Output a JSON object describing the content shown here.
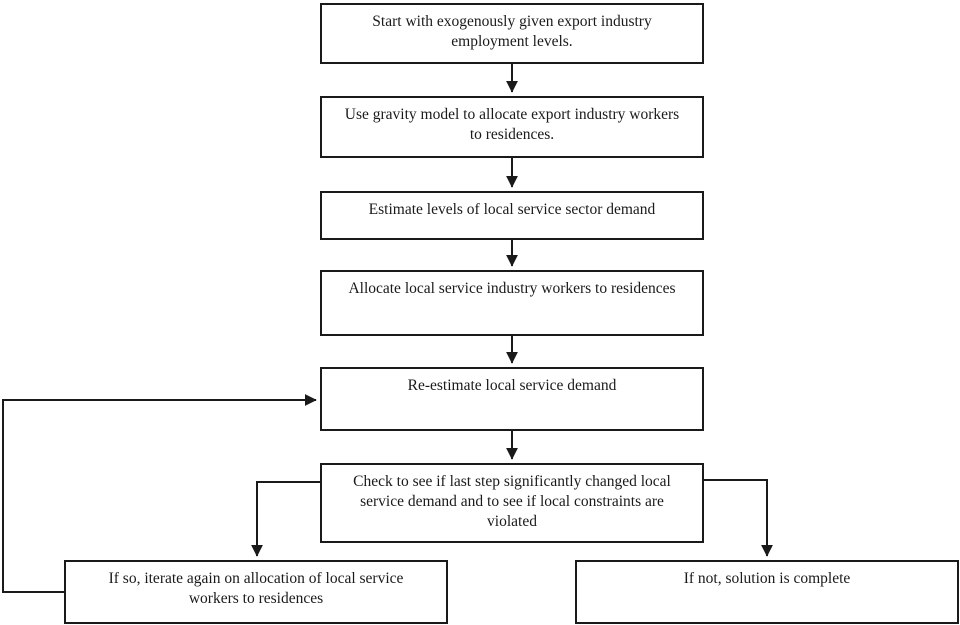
{
  "diagram_type": "flowchart",
  "colors": {
    "background": "#ffffff",
    "box_border": "#1a1a1a",
    "text": "#1a1a1a",
    "line": "#1a1a1a"
  },
  "nodes": [
    {
      "id": "start",
      "label": "Start with exogenously given export industry employment levels."
    },
    {
      "id": "gravity",
      "label": "Use gravity model to allocate export industry workers to residences."
    },
    {
      "id": "estimate",
      "label": "Estimate levels of local service sector demand"
    },
    {
      "id": "allocate",
      "label": "Allocate local service industry workers to residences"
    },
    {
      "id": "reestimate",
      "label": "Re-estimate local service demand"
    },
    {
      "id": "check",
      "label": "Check to see if last step significantly changed local service demand and to see if local constraints are violated"
    },
    {
      "id": "iterate",
      "label": "If so, iterate again on allocation of local service workers to residences"
    },
    {
      "id": "complete",
      "label": "If not, solution is complete"
    }
  ],
  "edges": [
    {
      "from": "start",
      "to": "gravity"
    },
    {
      "from": "gravity",
      "to": "estimate"
    },
    {
      "from": "estimate",
      "to": "allocate"
    },
    {
      "from": "allocate",
      "to": "reestimate"
    },
    {
      "from": "reestimate",
      "to": "check"
    },
    {
      "from": "check",
      "to": "iterate"
    },
    {
      "from": "check",
      "to": "complete"
    },
    {
      "from": "iterate",
      "to": "reestimate"
    }
  ]
}
